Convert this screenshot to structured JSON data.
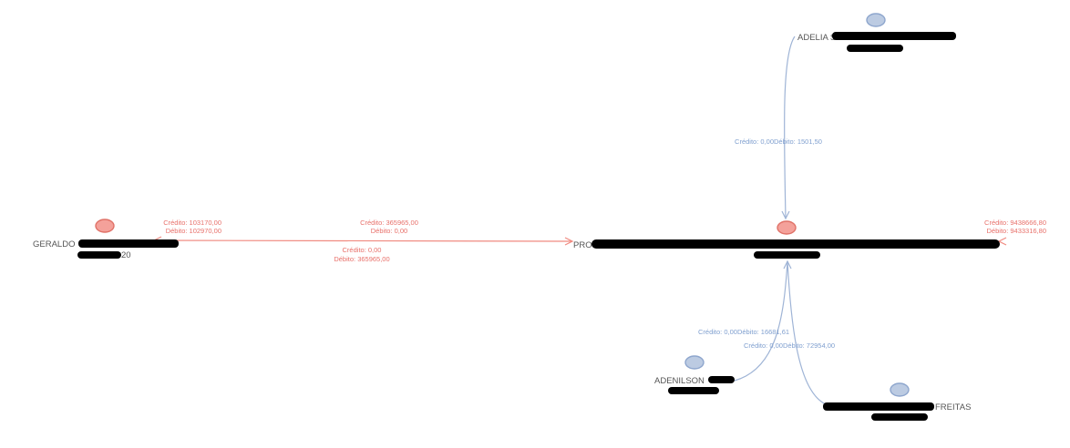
{
  "colors": {
    "red_edge": "#f08a80",
    "red_text": "#e8706a",
    "red_node_fill": "#f4a19a",
    "red_node_stroke": "#e07268",
    "blue_edge": "#9fb4d6",
    "blue_text": "#7f9fcf",
    "blue_node_fill": "#bccbe2",
    "blue_node_stroke": "#8ea6cd",
    "redaction": "#000000",
    "node_text": "#555555"
  },
  "nodes": {
    "adelia": {
      "label": "ADELIA S",
      "label_tail": ""
    },
    "geraldo": {
      "label": "GERALDO",
      "sublabel_tail": "20",
      "edge_credit": "Crédito: 103170,00",
      "edge_debit": "Débito: 102970,00"
    },
    "pro": {
      "label": "PRO",
      "edge_credit": "Crédito: 9438666,80",
      "edge_debit": "Débito: 9433316,80"
    },
    "adenilson": {
      "label": "ADENILSON"
    },
    "freitas": {
      "label": "FREITAS"
    }
  },
  "edges": {
    "geraldo_to_pro": {
      "credit": "Crédito: 365965,00",
      "debit": "Débito: 0,00"
    },
    "pro_to_geraldo": {
      "credit": "Crédito: 0,00",
      "debit": "Débito: 365965,00"
    },
    "adelia_to_pro": {
      "text": "Crédito: 0,00Débito: 1501,50"
    },
    "adenilson_to_pro": {
      "text": "Crédito: 0,00Débito: 16681,61"
    },
    "freitas_to_pro": {
      "text": "Crédito: 0,00Débito: 72954,00"
    }
  }
}
